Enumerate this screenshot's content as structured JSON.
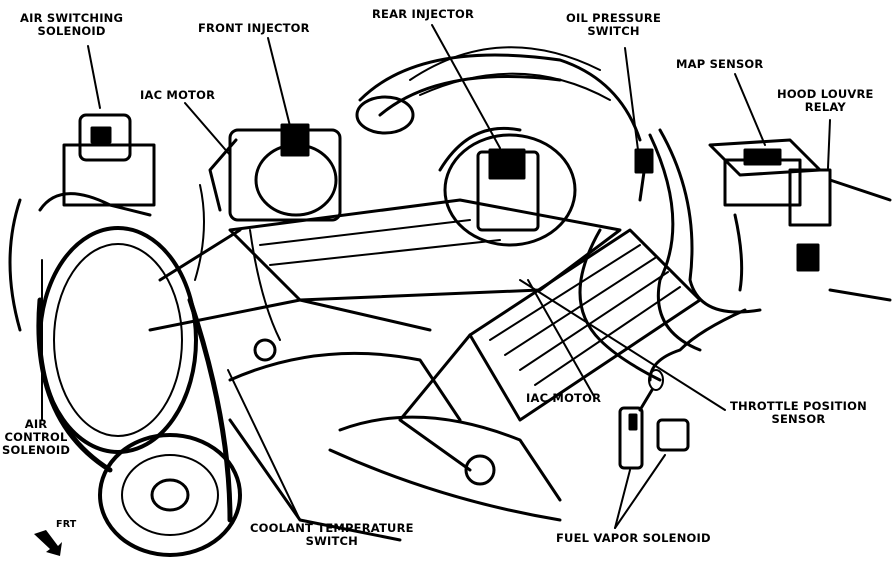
{
  "labels": {
    "air_switching_solenoid": [
      "AIR SWITCHING",
      "SOLENOID"
    ],
    "front_injector": "FRONT INJECTOR",
    "rear_injector": "REAR INJECTOR",
    "oil_pressure_switch": [
      "OIL PRESSURE",
      "SWITCH"
    ],
    "map_sensor": "MAP SENSOR",
    "hood_louvre_relay": [
      "HOOD LOUVRE",
      "RELAY"
    ],
    "iac_motor_top": "IAC MOTOR",
    "iac_motor_bottom": "IAC MOTOR",
    "throttle_position_sensor": [
      "THROTTLE POSITION",
      "SENSOR"
    ],
    "air_control_solenoid": [
      "AIR",
      "CONTROL",
      "SOLENOID"
    ],
    "coolant_temperature_switch": [
      "COOLANT TEMPERATURE",
      "SWITCH"
    ],
    "fuel_vapor_solenoid": "FUEL VAPOR SOLENOID",
    "front_marker": "FRT"
  },
  "colors": {
    "ink": "#000000",
    "paper": "#ffffff"
  },
  "icons": {
    "front_direction": "arrow-icon"
  }
}
